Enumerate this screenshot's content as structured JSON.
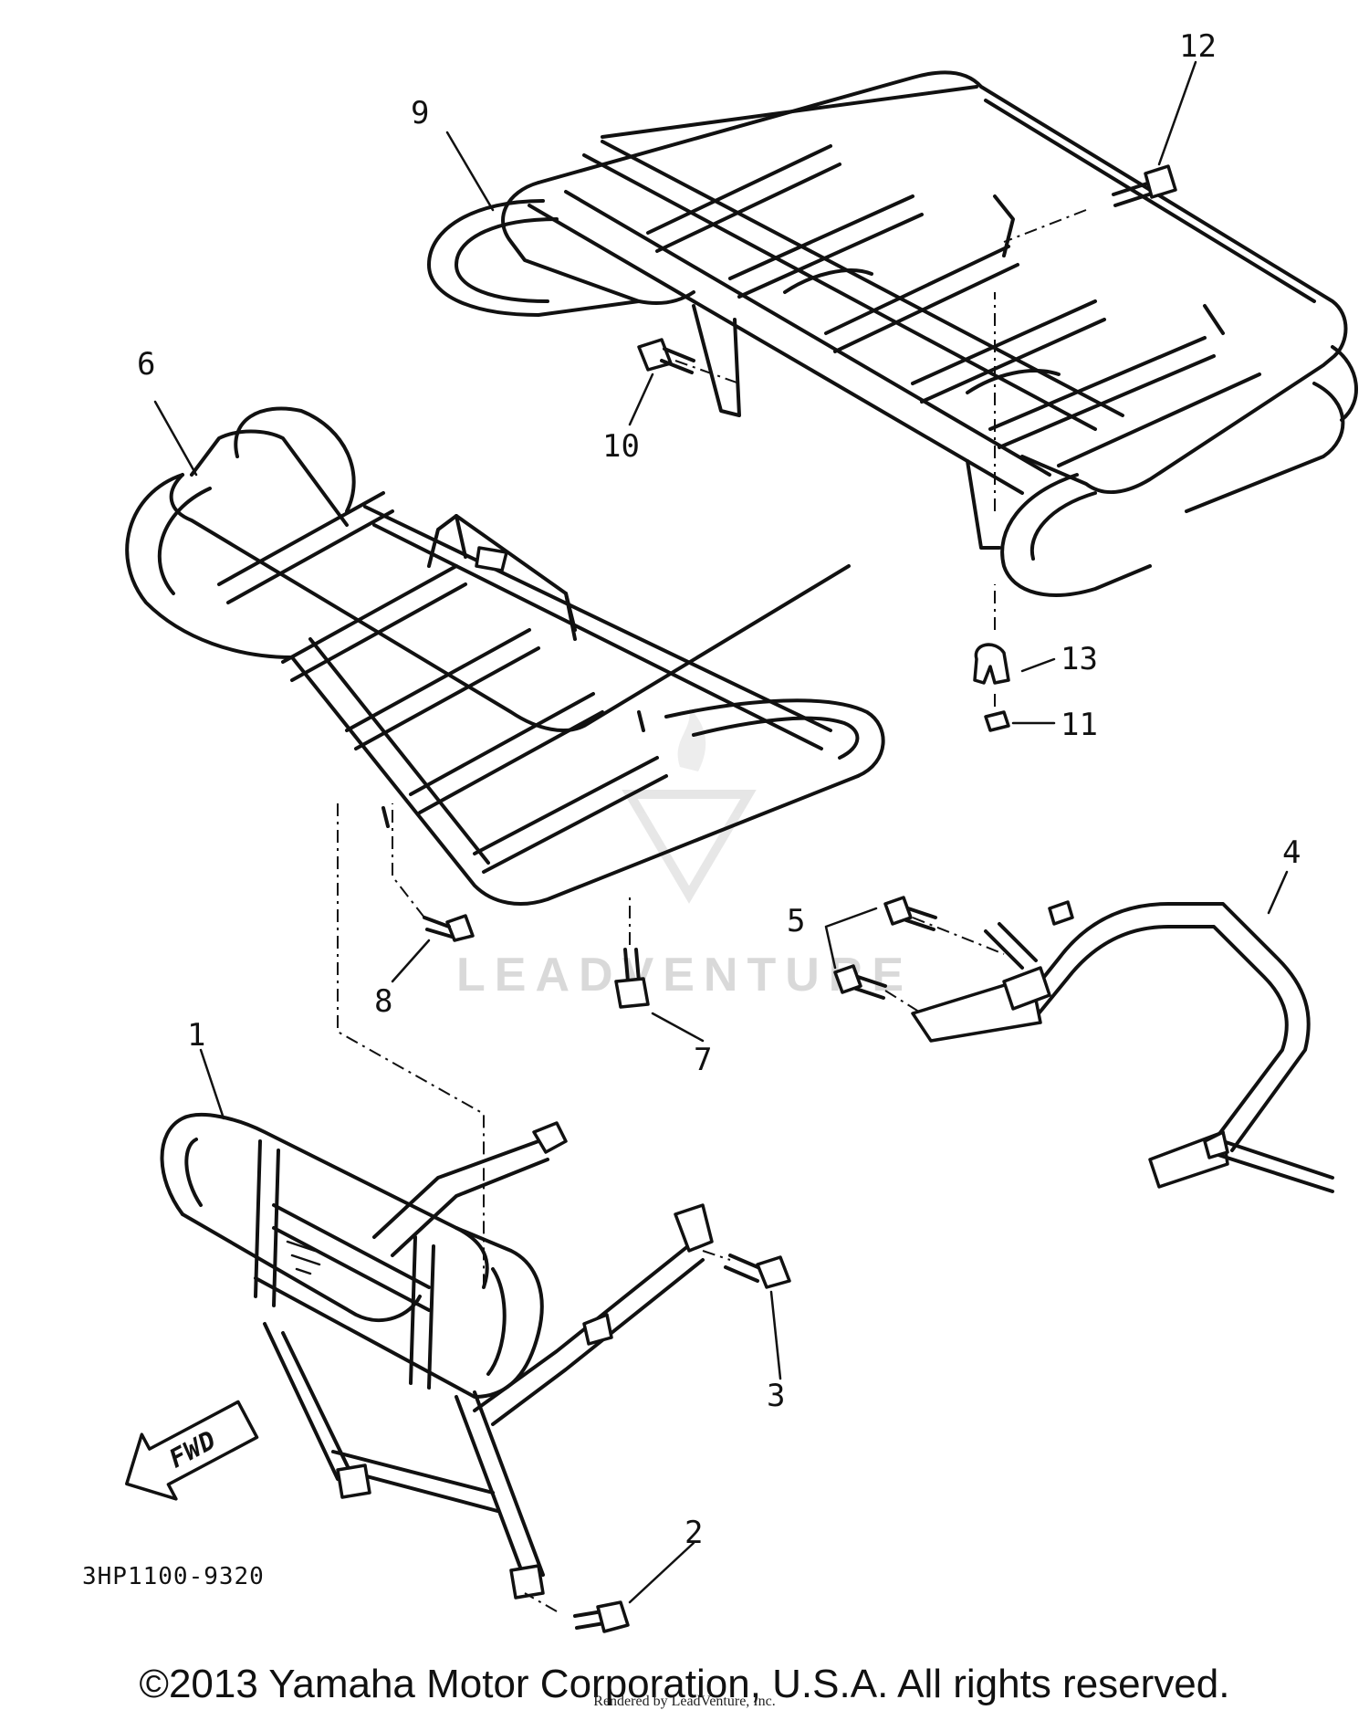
{
  "diagram": {
    "part_code": "3HP1100-9320",
    "fwd_label": "FWD",
    "watermark": "LEADVENTURE",
    "callouts": [
      {
        "id": "c1",
        "text": "1"
      },
      {
        "id": "c2",
        "text": "2"
      },
      {
        "id": "c3",
        "text": "3"
      },
      {
        "id": "c4",
        "text": "4"
      },
      {
        "id": "c5",
        "text": "5"
      },
      {
        "id": "c6",
        "text": "6"
      },
      {
        "id": "c7",
        "text": "7"
      },
      {
        "id": "c8",
        "text": "8"
      },
      {
        "id": "c9",
        "text": "9"
      },
      {
        "id": "c10",
        "text": "10"
      },
      {
        "id": "c11",
        "text": "11"
      },
      {
        "id": "c12",
        "text": "12"
      },
      {
        "id": "c13",
        "text": "13"
      }
    ]
  },
  "footer": {
    "copyright": "©2013 Yamaha Motor Corporation, U.S.A. All rights reserved.",
    "rendered_by": "Rendered by LeadVenture, Inc."
  }
}
